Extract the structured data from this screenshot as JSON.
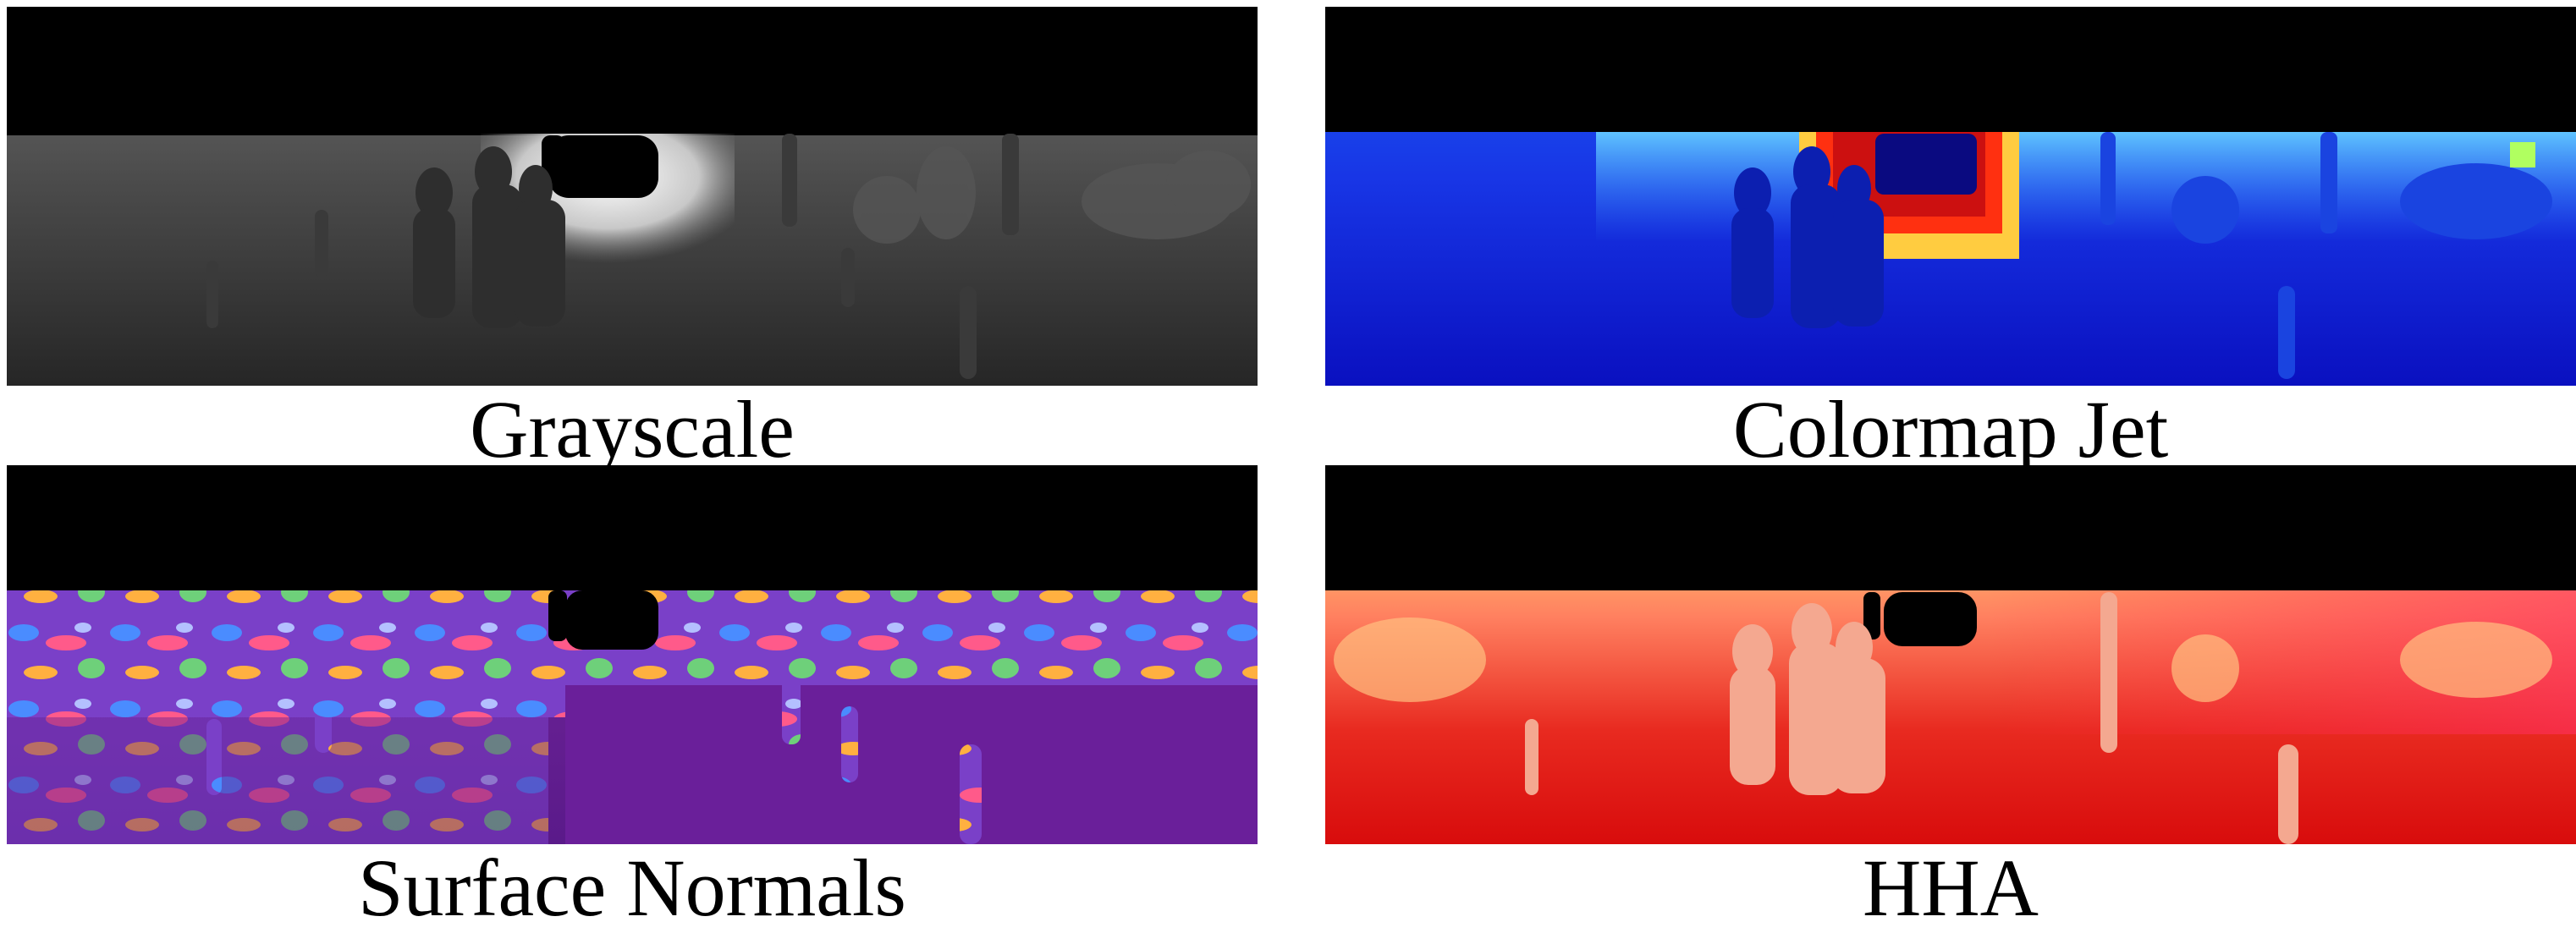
{
  "panels": [
    {
      "id": "grayscale",
      "caption": "Grayscale",
      "colors": {
        "far": "#6e6e6e",
        "mid": "#4a4a4a",
        "near": "#2a2a2a",
        "hot": "#ffffff",
        "obj": "#202020"
      }
    },
    {
      "id": "jet",
      "caption": "Colormap Jet",
      "colors": {
        "far": "#3fa9f5",
        "mid": "#1f4ff0",
        "near": "#1010c8",
        "hot": "#e02010",
        "obj": "#0a1aa0"
      }
    },
    {
      "id": "normals",
      "caption": "Surface Normals",
      "colors": {
        "base": "#6a1f9a",
        "a": "#4a8cff",
        "b": "#ff5a8a",
        "c": "#6ed07a",
        "d": "#ffb040"
      }
    },
    {
      "id": "hha",
      "caption": "HHA",
      "colors": {
        "top": "#c8ff50",
        "mid": "#ffb070",
        "near": "#e21010",
        "obj": "#f0a090"
      }
    }
  ]
}
